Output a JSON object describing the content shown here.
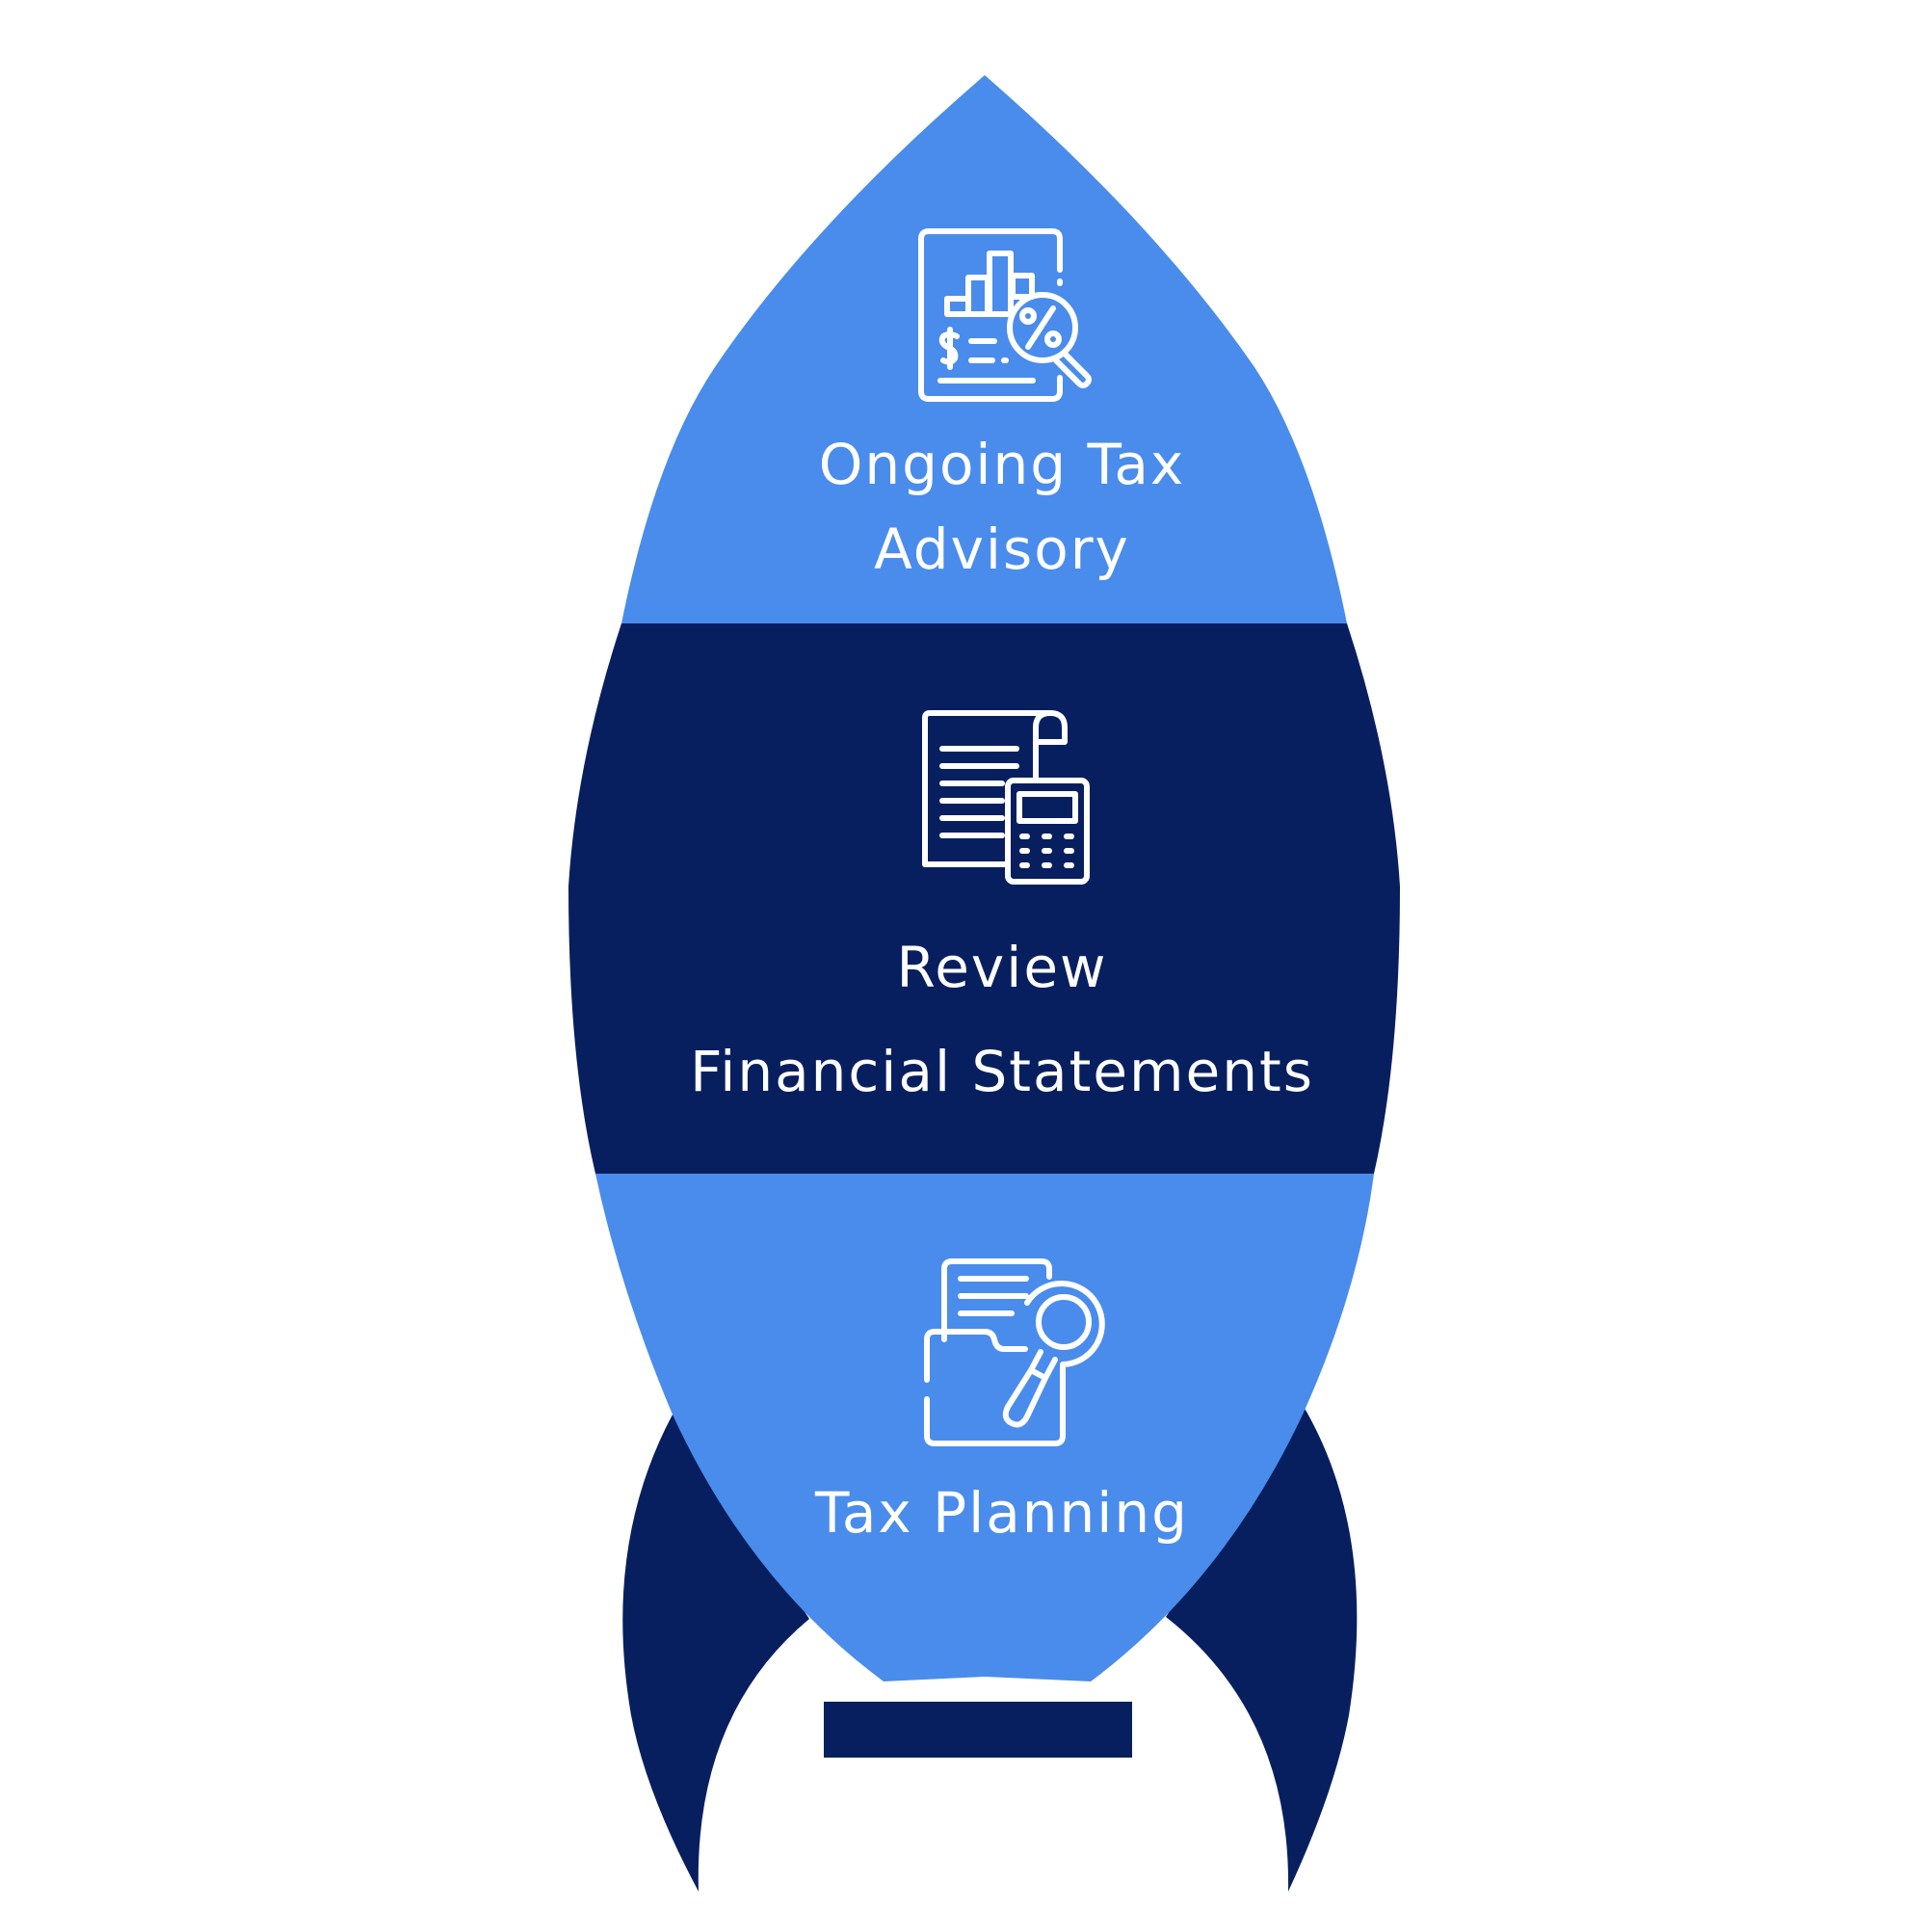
{
  "colors": {
    "light_blue": "#4A8CEC",
    "navy": "#081F5F",
    "icon_stroke": "#FFFFFF",
    "background": "#FFFFFF"
  },
  "sections": [
    {
      "title_line1": "Ongoing Tax",
      "title_line2": "Advisory",
      "icon": "tax-report-percent-icon"
    },
    {
      "title_line1": "Review",
      "title_line2": "Financial Statements",
      "icon": "document-calculator-icon"
    },
    {
      "title_line1": "Tax Planning",
      "icon": "folder-magnifier-icon"
    }
  ]
}
